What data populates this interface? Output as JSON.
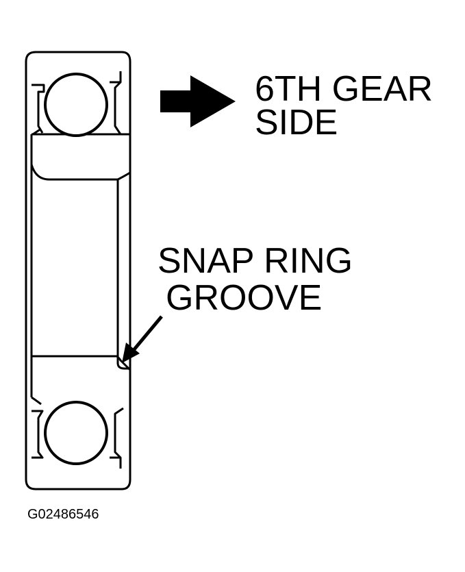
{
  "labels": {
    "gear_side_line1": "6TH GEAR",
    "gear_side_line2": "SIDE",
    "snap_ring_line1": "SNAP RING",
    "snap_ring_line2": "GROOVE",
    "figure_id": "G02486546"
  },
  "icons": {
    "direction_arrow": "arrow-right-icon",
    "pointer_arrow": "arrow-pointer-icon"
  },
  "colors": {
    "ink": "#000000",
    "paper": "#ffffff"
  }
}
